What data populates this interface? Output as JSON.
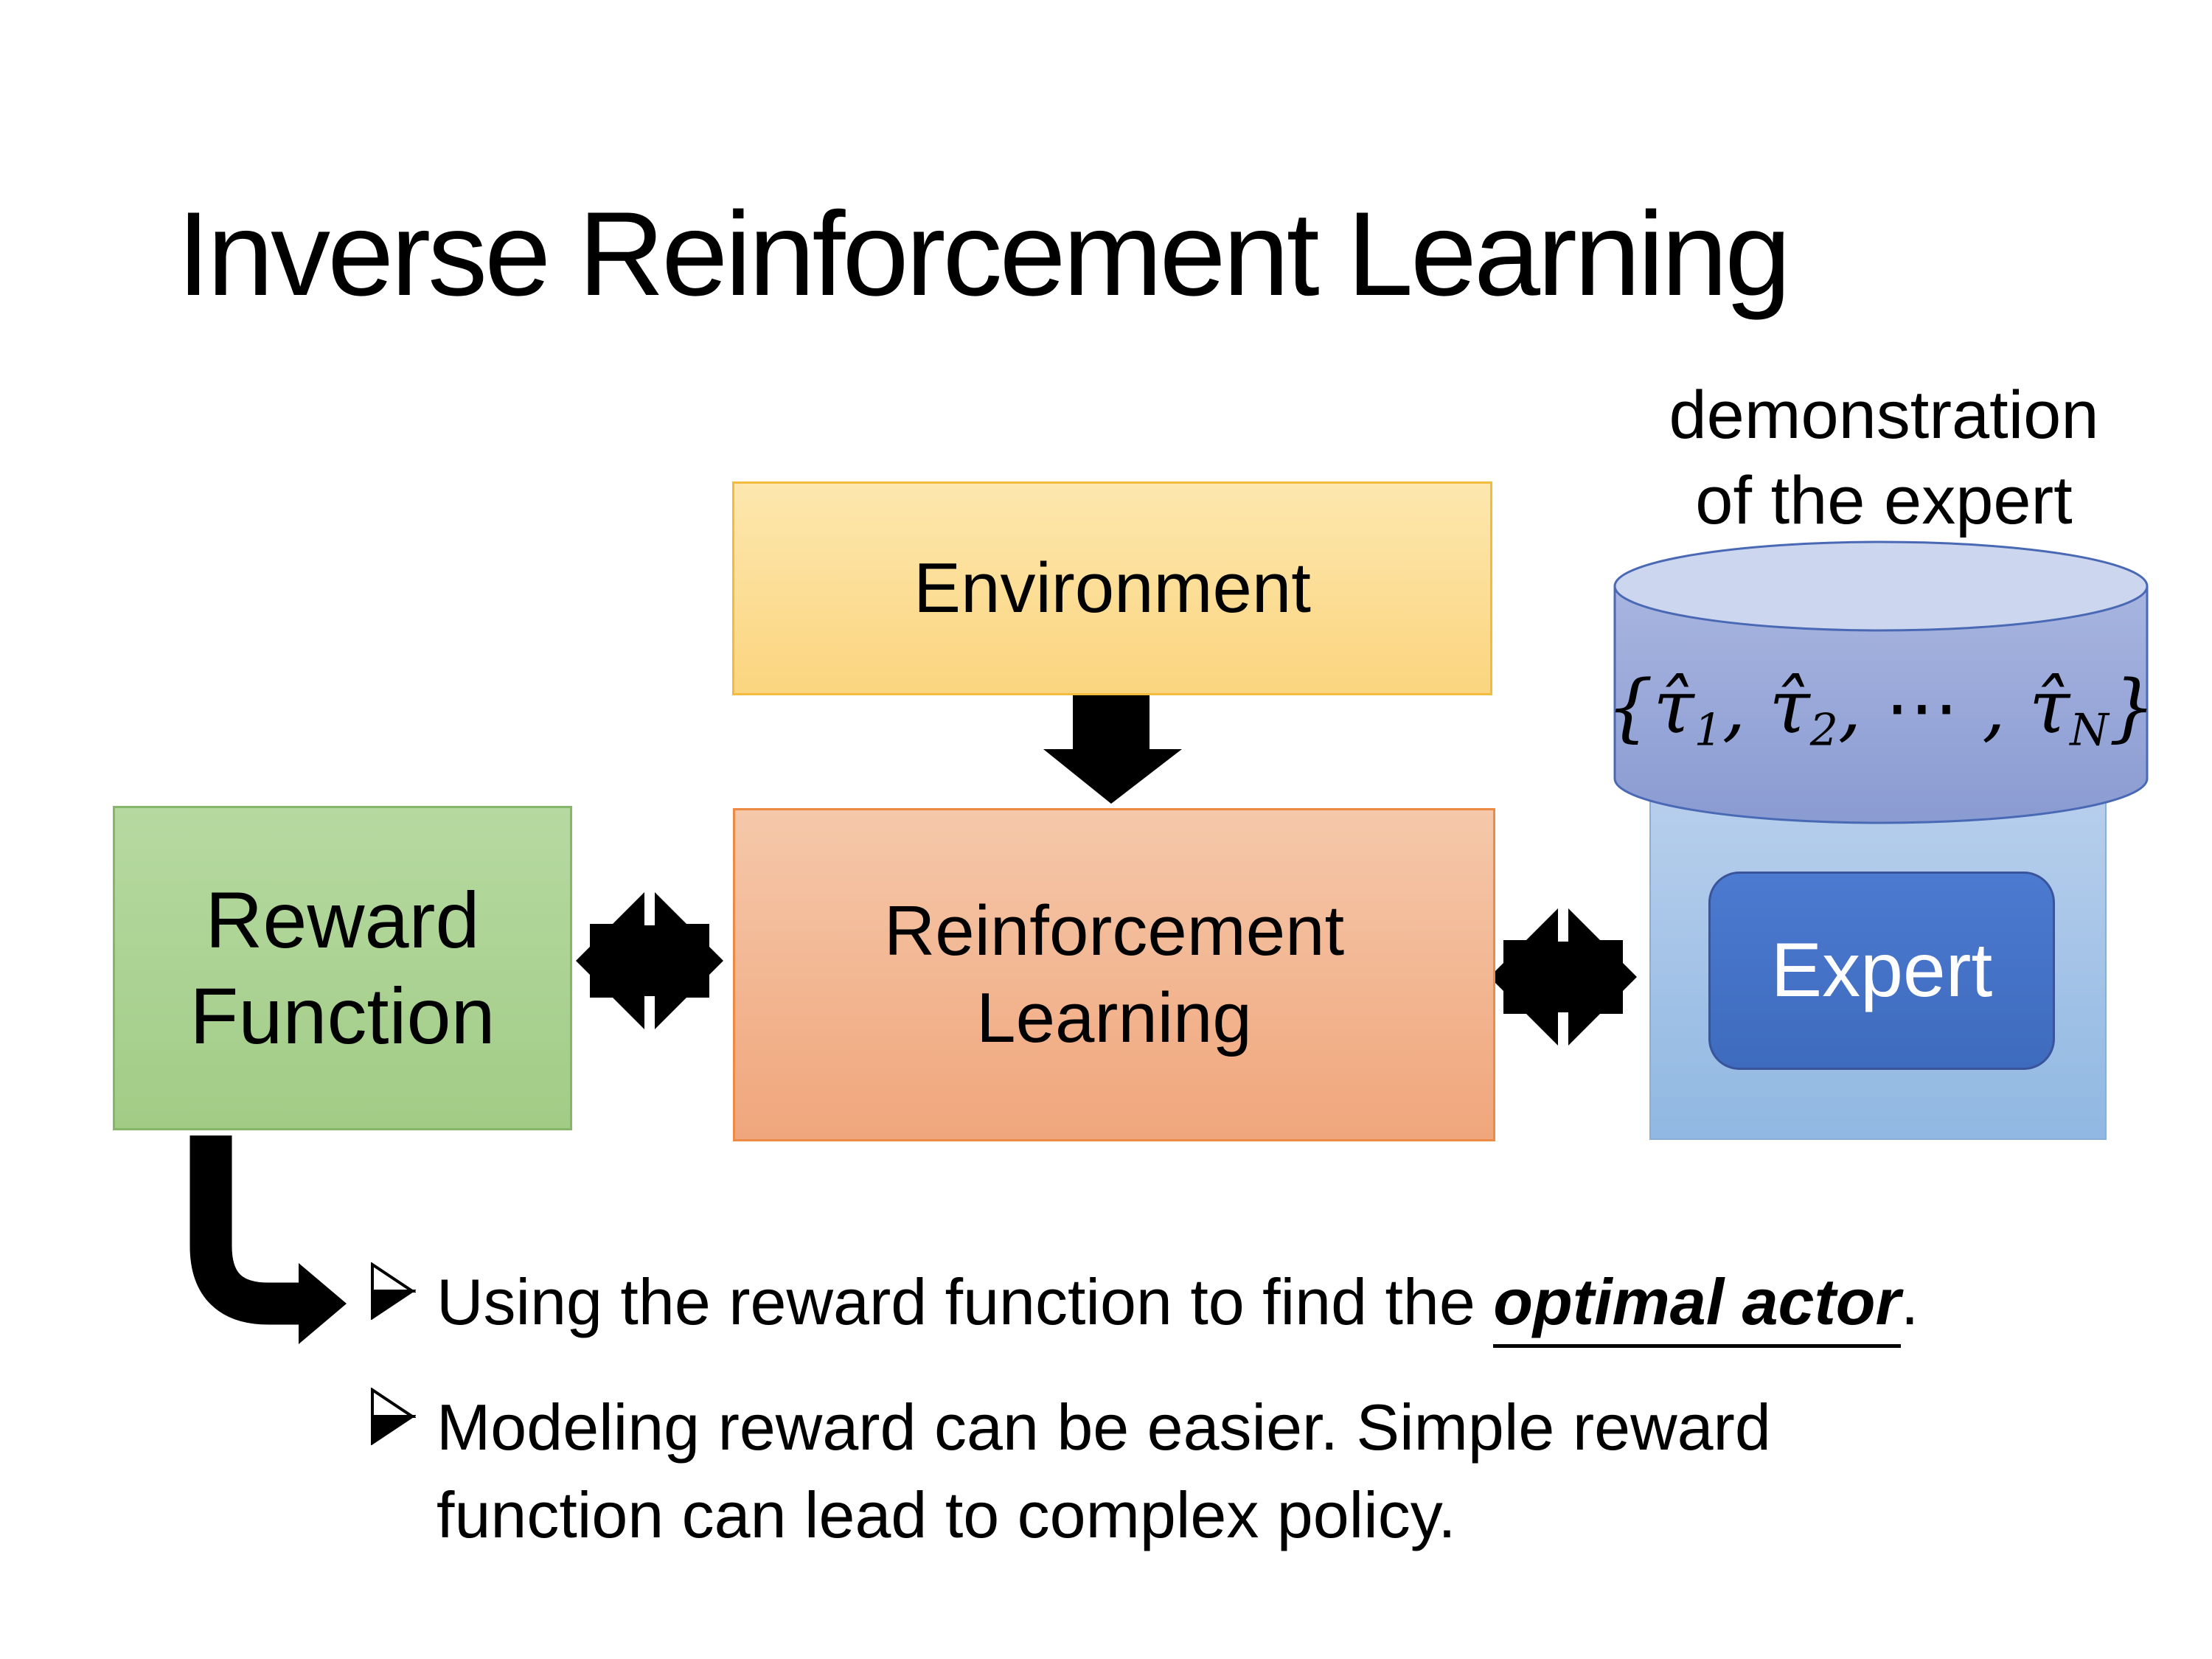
{
  "title": "Inverse Reinforcement Learning",
  "demo_label": {
    "line1": "demonstration",
    "line2": "of the expert"
  },
  "boxes": {
    "environment": "Environment",
    "reward_line1": "Reward",
    "reward_line2": "Function",
    "rl_line1": "Reinforcement",
    "rl_line2": "Learning",
    "expert": "Expert"
  },
  "math": {
    "tokens": [
      {
        "t": "{"
      },
      {
        "t": "τ̂"
      },
      {
        "t": "1",
        "sub": true
      },
      {
        "t": ", "
      },
      {
        "t": "τ̂"
      },
      {
        "t": "2",
        "sub": true
      },
      {
        "t": ", ⋯ , "
      },
      {
        "t": "τ̂"
      },
      {
        "t": "N",
        "sub": true
      },
      {
        "t": "}"
      }
    ]
  },
  "bullets": {
    "b1_pre": "Using the reward function to find the ",
    "b1_em": "optimal actor",
    "b1_post": ".",
    "b2": "Modeling reward can be easier. Simple reward function can lead to complex policy."
  },
  "colors": {
    "bg": "#FFFFFF",
    "text": "#000000",
    "arrow-black": "#000000",
    "env-fill-top": "#FDE7AE",
    "env-fill-bottom": "#FBD57F",
    "env-border": "#F2BB3E",
    "rl-fill-top": "#F5C8AA",
    "rl-fill-bottom": "#F0A67C",
    "rl-border": "#ED8B45",
    "reward-fill-top": "#B6D9A1",
    "reward-fill-bottom": "#A2CC86",
    "reward-border": "#85B669",
    "cyl-top": "#CDD6EF",
    "cyl-body-top": "#A8B5E0",
    "cyl-body-bottom": "#8A9BD2",
    "cyl-border": "#4A69B5",
    "holder-fill-top": "#B7CEEC",
    "holder-fill-bottom": "#90B8E2",
    "holder-border": "#8AAED6",
    "expert-fill-top": "#4C7AD0",
    "expert-fill-bottom": "#3E6BBD",
    "expert-border": "#3A549C"
  }
}
